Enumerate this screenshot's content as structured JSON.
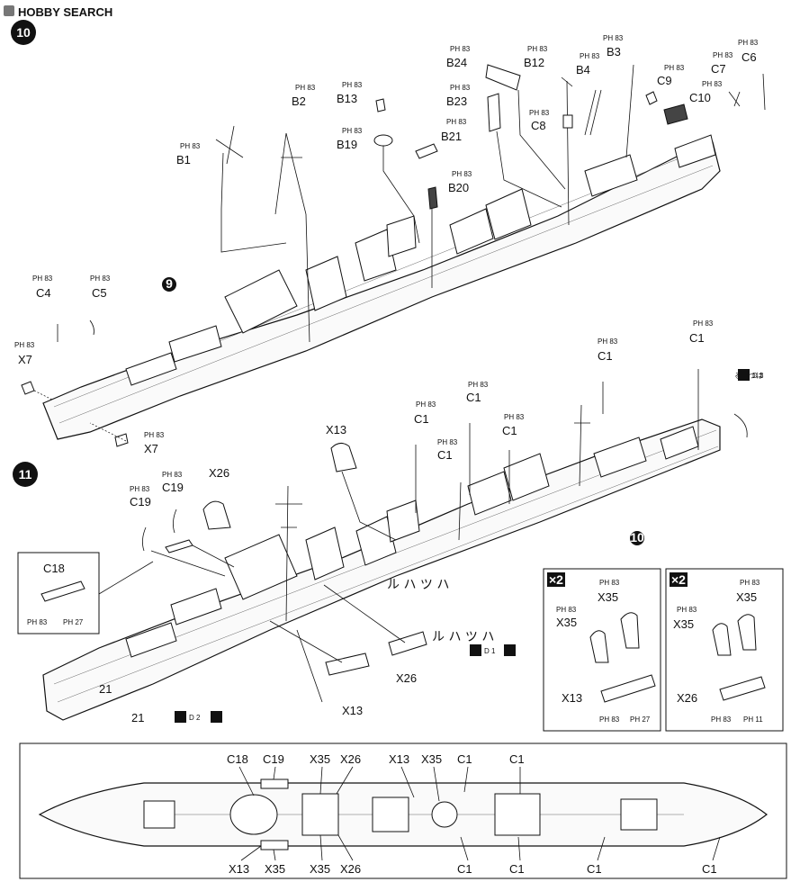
{
  "watermark": "HOBBY SEARCH",
  "step10": {
    "number": "10",
    "sub_step": "9",
    "parts": [
      {
        "id": "B1",
        "tag": "PH 83"
      },
      {
        "id": "B2",
        "tag": "PH 83"
      },
      {
        "id": "B13",
        "tag": "PH 83"
      },
      {
        "id": "B19",
        "tag": "PH 83"
      },
      {
        "id": "B21",
        "tag": "PH 83"
      },
      {
        "id": "B20",
        "tag": "PH 83"
      },
      {
        "id": "B23",
        "tag": "PH 83"
      },
      {
        "id": "B24",
        "tag": "PH 83"
      },
      {
        "id": "B12",
        "tag": "PH 83"
      },
      {
        "id": "B4",
        "tag": "PH 83"
      },
      {
        "id": "B3",
        "tag": "PH 83"
      },
      {
        "id": "C8",
        "tag": "PH 83"
      },
      {
        "id": "C9",
        "tag": "PH 83"
      },
      {
        "id": "C10",
        "tag": "PH 83"
      },
      {
        "id": "C7",
        "tag": "PH 83"
      },
      {
        "id": "C6",
        "tag": "PH 83"
      },
      {
        "id": "C4",
        "tag": "PH 83"
      },
      {
        "id": "C5",
        "tag": "PH 83"
      },
      {
        "id": "X7",
        "tag": "PH 83"
      },
      {
        "id": "X7b",
        "label": "X7",
        "tag": "PH 83"
      }
    ]
  },
  "step11": {
    "number": "11",
    "sub_step": "10",
    "parts_top": [
      {
        "id": "X13",
        "label": "X13"
      },
      {
        "id": "C1a",
        "label": "C1",
        "tag": "PH 83"
      },
      {
        "id": "C1b",
        "label": "C1",
        "tag": "PH 83"
      },
      {
        "id": "C1c",
        "label": "C1",
        "tag": "PH 83"
      },
      {
        "id": "C1d",
        "label": "C1",
        "tag": "PH 83"
      },
      {
        "id": "C1e",
        "label": "C1",
        "tag": "PH 83"
      },
      {
        "id": "C1f",
        "label": "C1",
        "tag": "PH 83"
      }
    ],
    "c19a": {
      "label": "C19",
      "tag": "PH 83"
    },
    "c19b": {
      "label": "C19",
      "tag": "PH 83"
    },
    "x26": "X26",
    "x13_lower": "X13",
    "x26_lower": "X26",
    "hatsu_label": "るはつは",
    "decal_3": "D 3",
    "decal_1": "D 1",
    "decal_2": "D 2",
    "kata_1": "ル ハ ツ ハ",
    "kata_2": "ル  ハ  ツ  ハ",
    "num_21a": "21",
    "num_21b": "21",
    "inset": {
      "label": "C18",
      "tag1": "PH 83",
      "tag2": "PH 27"
    }
  },
  "box_x13": {
    "multiplier": "×2",
    "x35_a": {
      "label": "X35",
      "tag": "PH 83"
    },
    "x35_b": {
      "label": "X35",
      "tag": "PH 83"
    },
    "base": "X13",
    "tag1": "PH 83",
    "tag2": "PH 27"
  },
  "box_x26": {
    "multiplier": "×2",
    "x35_a": {
      "label": "X35",
      "tag": "PH 83"
    },
    "x35_b": {
      "label": "X35",
      "tag": "PH 83"
    },
    "base": "X26",
    "tag1": "PH 83",
    "tag2": "PH 11"
  },
  "plan_view": {
    "top_labels": [
      "C18",
      "C19",
      "X35",
      "X26",
      "X13",
      "X35",
      "C1",
      "C1"
    ],
    "bottom_labels": [
      "X13",
      "X35",
      "X35",
      "X26",
      "C1",
      "C1",
      "C1",
      "C1"
    ]
  }
}
